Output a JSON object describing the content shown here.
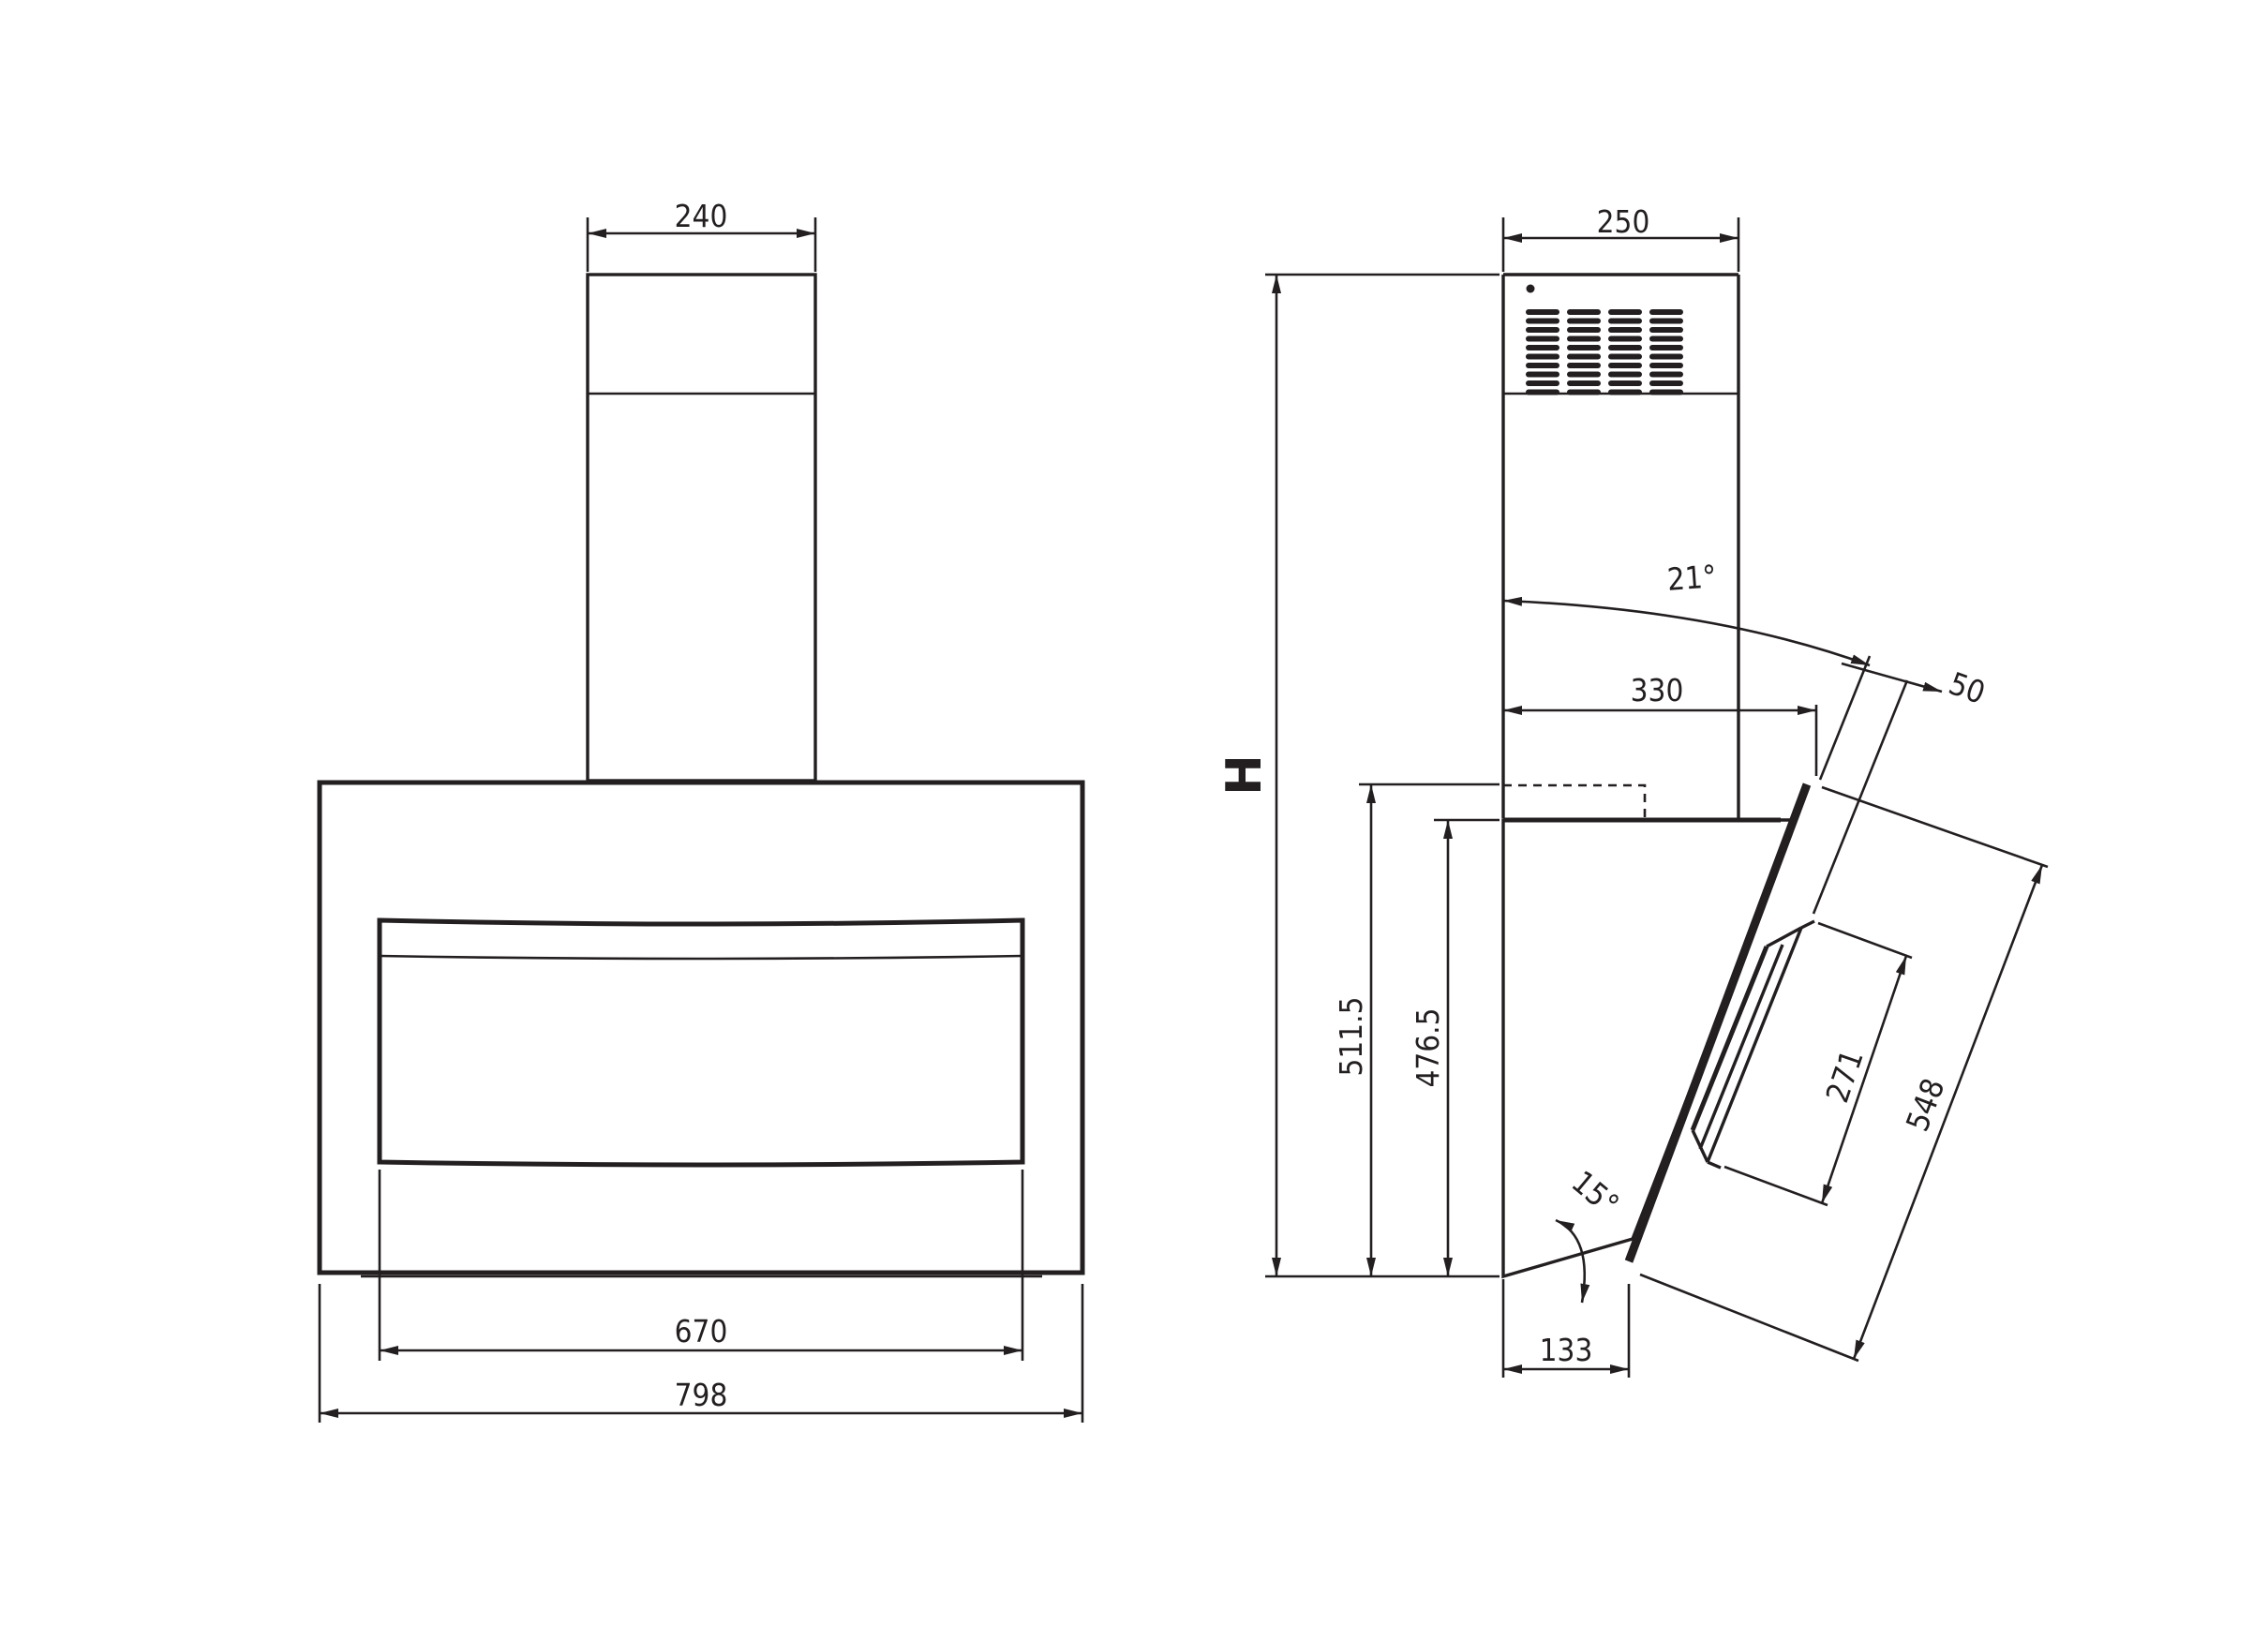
{
  "front_view": {
    "dim_chimney_width": "240",
    "dim_panel_width": "670",
    "dim_overall_width": "798"
  },
  "side_view": {
    "dim_chimney_depth": "250",
    "dim_height_label": "H",
    "dim_angle_top": "21°",
    "dim_depth_330": "330",
    "dim_offset_50": "50",
    "dim_height_511": "511.5",
    "dim_height_476": "476.5",
    "dim_glass_548": "548",
    "dim_panel_271": "271",
    "dim_angle_bottom": "15°",
    "dim_base_133": "133"
  },
  "colors": {
    "line": "#231f20",
    "background": "#ffffff"
  }
}
